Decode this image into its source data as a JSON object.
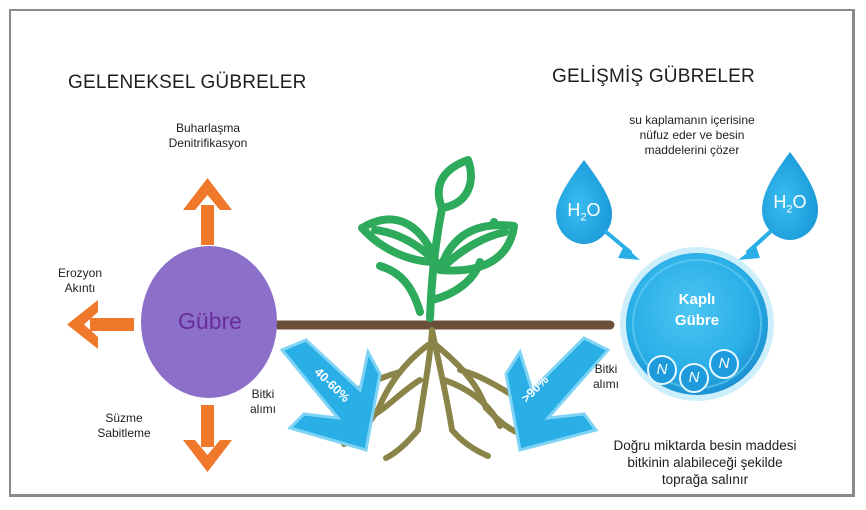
{
  "traditional": {
    "title": "GELENEKSEL GÜBRELER",
    "center_label": "Gübre",
    "top_line1": "Buharlaşma",
    "top_line2": "Denitrifikasyon",
    "left_line1": "Erozyon",
    "left_line2": "Akıntı",
    "bottom_line1": "Süzme",
    "bottom_line2": "Sabitleme",
    "uptake_line1": "Bitki",
    "uptake_line2": "alımı",
    "uptake_percent": "40-60%",
    "circle_color": "#8b6fc8",
    "arrow_color": "#f0782a"
  },
  "advanced": {
    "title": "GELİŞMİŞ GÜBRELER",
    "water_line1": "su kaplamanın içerisine",
    "water_line2": "nüfuz eder ve besin",
    "water_line3": "maddelerini çözer",
    "water_label_left": "H2O",
    "water_label_right": "H2O",
    "center_line1": "Kaplı",
    "center_line2": "Gübre",
    "nutrient_letter": "N",
    "uptake_line1": "Bitki",
    "uptake_line2": "alımı",
    "uptake_percent": ">90%",
    "release_line1": "Doğru miktarda besin maddesi",
    "release_line2": "bitkinin alabileceği şekilde",
    "release_line3": "toprağa salınır",
    "accent_color": "#29aee6"
  },
  "plant": {
    "leaf_color": "#2eaa5c",
    "root_color": "#8b8448",
    "soil_color": "#6b4f3b"
  }
}
